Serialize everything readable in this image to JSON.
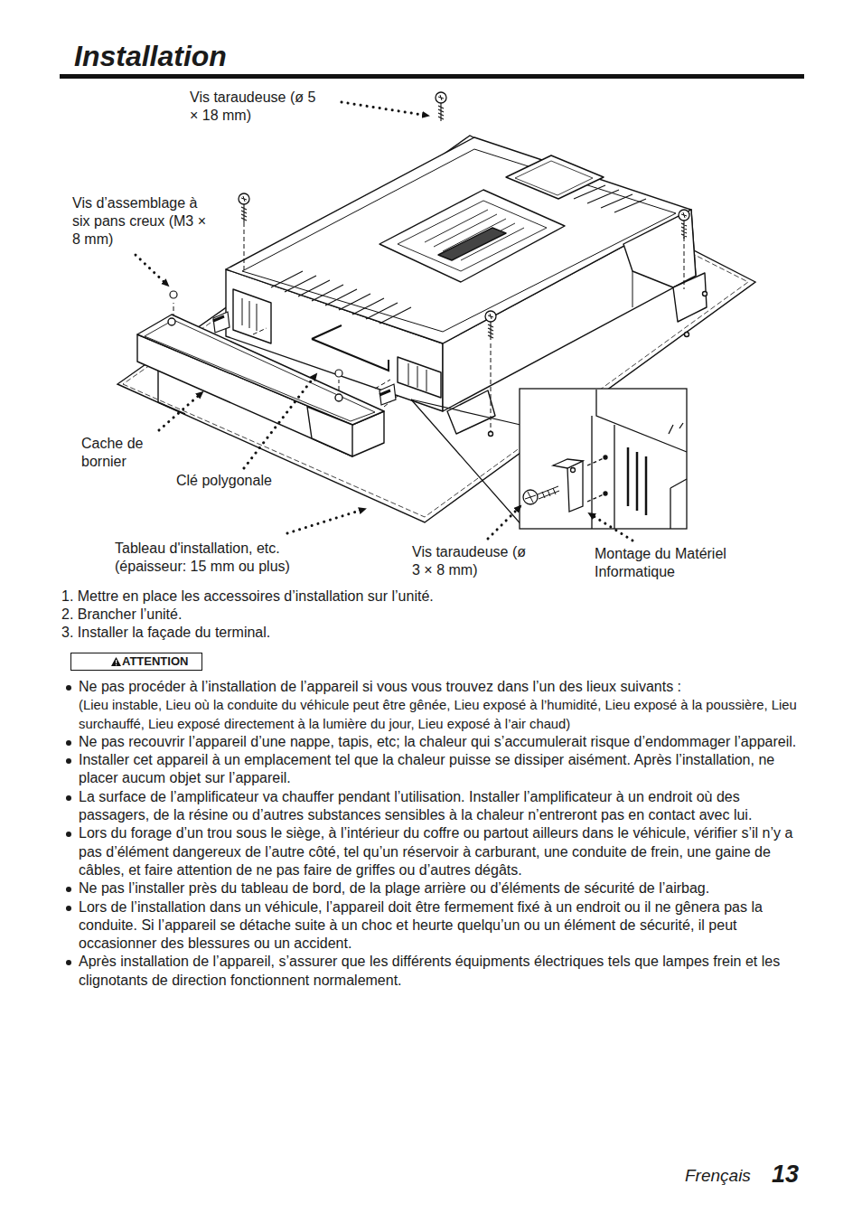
{
  "diagram": {
    "title": "Installation",
    "nodes": [
      {
        "text": [
          "ATTENTION"
        ]
      }
    ],
    "labels": [
      "Vis taraudeuse (ø 5 × 18 mm)",
      "Vis d’assemblage à six pans creux (M3 × 8 mm)",
      "Cache de bornier",
      "Clé polygonale",
      "Tableau d'installation, etc. (épaisseur: 15 mm ou plus)",
      "Vis taraudeuse (ø 3 × 8 mm)",
      "Montage du Matériel Informatique",
      "1. Mettre en place les accessoires d’installation sur l’unité.",
      "2. Brancher l’unité.",
      "3. Installer la façade du terminal.",
      "Ne pas procéder à l’installation de l’appareil si vous vous trouvez dans l’un des lieux suivants :",
      "(Lieu instable, Lieu où la conduite du véhicule peut être gênée, Lieu exposé à l’humidité, Lieu exposé à la poussière, Lieu surchauffé, Lieu exposé directement à la lumière du jour, Lieu exposé à l’air chaud)",
      "Ne pas recouvrir l’appareil d’une nappe, tapis, etc; la chaleur qui s’accumulerait risque d’endommager l’appareil.",
      "Installer cet appareil à un emplacement tel que la chaleur puisse se dissiper aisément. Après l’installation, ne placer aucum objet sur l’appareil.",
      "La surface de l’amplificateur va chauffer pendant l’utilisation. Installer l’amplificateur à un endroit où des passagers, de la résine ou d’autres substances sensibles à la chaleur n’entreront pas en contact avec lui.",
      "Lors du forage d’un trou sous le siège, à l’intérieur du coffre ou partout ailleurs dans le véhicule, vérifier s’il n’y a pas d’élément dangereux de l’autre côté, tel qu’un réservoir à carburant, une conduite de frein, une gaine de câbles, et faire attention de ne pas faire de griffes ou d’autres dégâts.",
      "Ne pas l’installer près du tableau de bord, de la plage arrière ou d’éléments de sécurité de l’airbag.",
      "Lors de l’installation dans un véhicule, l’appareil doit être fermement fixé à un endroit ou il ne gênera pas la conduite. Si l’appareil se détache suite à un choc et heurte quelqu’un ou un élément de sécurité, il peut occasionner des blessures ou un accident.",
      "Après installation de l’appareil, s’assurer que les différents équipments électriques tels que lampes frein et les clignotants de direction fonctionnent normalement.",
      "Frençais",
      "13"
    ]
  }
}
